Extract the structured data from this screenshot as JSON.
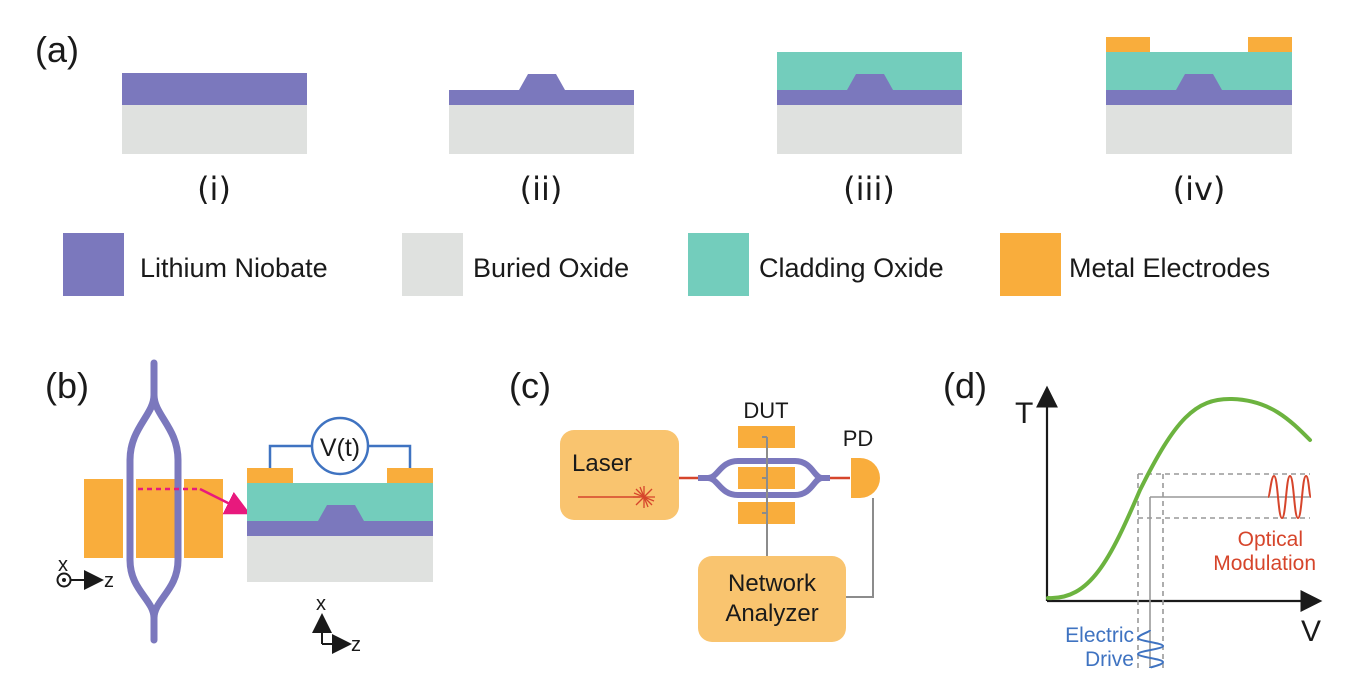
{
  "panels": {
    "a": {
      "label": "(a)",
      "steps": [
        "(i)",
        "(ii)",
        "(iii)",
        "(iv)"
      ]
    },
    "b": {
      "label": "(b)",
      "voltage": "V(t)",
      "axis_x": "x",
      "axis_z": "z",
      "axis2_x": "x",
      "axis2_z": "z"
    },
    "c": {
      "label": "(c)",
      "dut": "DUT",
      "pd": "PD",
      "laser": "Laser",
      "analyzer_line1": "Network",
      "analyzer_line2": "Analyzer"
    },
    "d": {
      "label": "(d)",
      "y_axis": "T",
      "x_axis": "V",
      "optical_line1": "Optical",
      "optical_line2": "Modulation",
      "electric_line1": "Electric",
      "electric_line2": "Drive"
    }
  },
  "legend": [
    {
      "label": "Lithium Niobate",
      "color": "#7b78bd"
    },
    {
      "label": "Buried Oxide",
      "color": "#dfe1df"
    },
    {
      "label": "Cladding Oxide",
      "color": "#73cdbc"
    },
    {
      "label": "Metal Electrodes",
      "color": "#f9ad3c"
    }
  ],
  "colors": {
    "lithium_niobate": "#7b78bd",
    "buried_oxide": "#dfe1df",
    "cladding_oxide": "#73cdbc",
    "metal": "#f9ad3c",
    "box_fill": "#f9c46f",
    "wire_blue": "#3f73c1",
    "curve_green": "#6cb33f",
    "optical_red": "#d6452b",
    "guide_pink": "#e8197d"
  }
}
